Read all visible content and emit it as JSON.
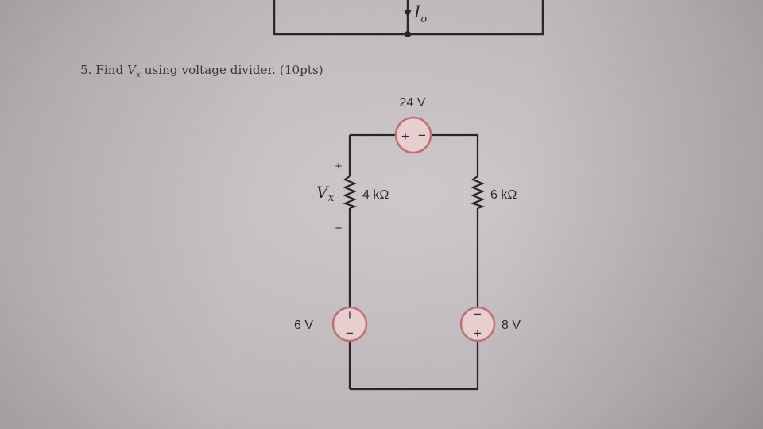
{
  "problem": {
    "number": "5.",
    "text_before": "Find",
    "var_main": "V",
    "var_sub": "x",
    "text_after": "using voltage divider. (10pts)"
  },
  "top_fragment": {
    "current_symbol": "I",
    "current_sub": "o"
  },
  "circuit": {
    "top_source": {
      "value": "24 V",
      "polarity_left": "+",
      "polarity_right": "−"
    },
    "left_resistor": {
      "value": "4 kΩ"
    },
    "right_resistor": {
      "value": "6 kΩ"
    },
    "left_source": {
      "value": "6 V",
      "polarity_top": "+",
      "polarity_bottom": "−"
    },
    "right_source": {
      "value": "8 V",
      "polarity_top": "−",
      "polarity_bottom": "+"
    },
    "vx": {
      "symbol": "V",
      "sub": "x",
      "plus": "+",
      "minus": "−"
    }
  },
  "colors": {
    "wire": "#2a2528",
    "source_fill": "#e7cfd0",
    "source_stroke": "#bf6f72",
    "text": "#2f2a2d"
  }
}
